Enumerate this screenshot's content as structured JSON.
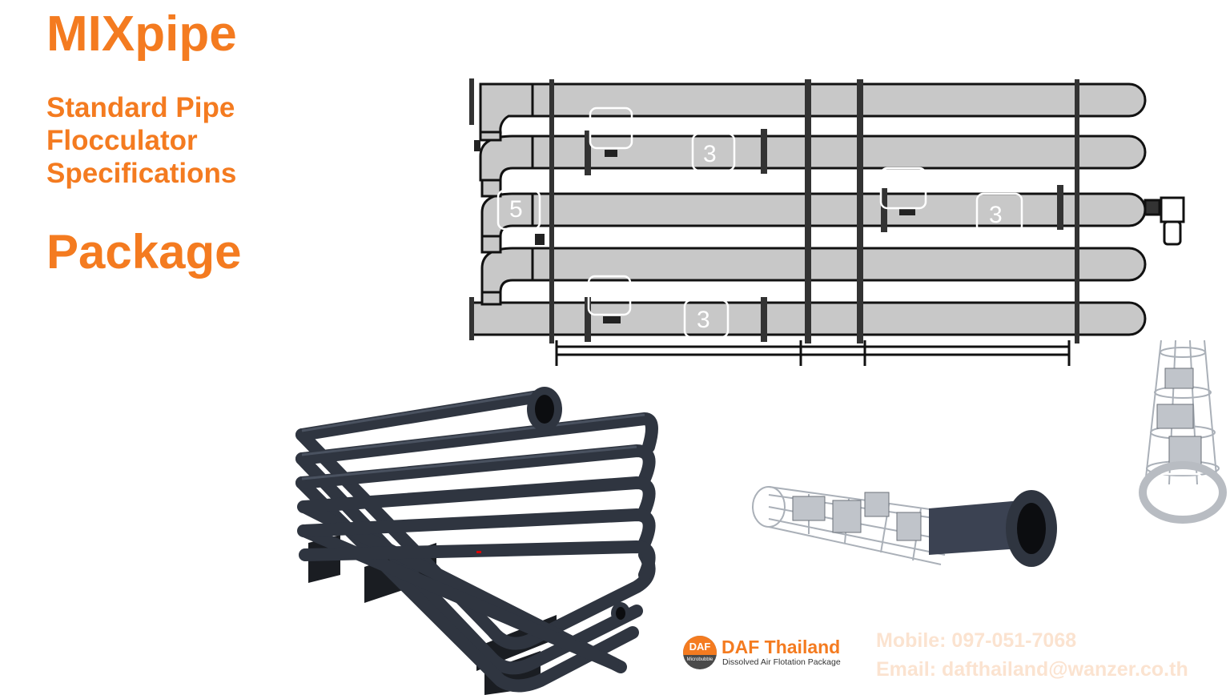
{
  "heading": {
    "title": "MIXpipe",
    "subtitle_lines": [
      "Standard Pipe",
      "Flocculator",
      "Specifications"
    ],
    "package": "Package"
  },
  "diagram": {
    "labels": [
      "5",
      "3",
      "3",
      "3",
      "3"
    ]
  },
  "brand": {
    "badge": "DAF",
    "badge_sub": "Microbubble",
    "name": "DAF Thailand",
    "tagline": "Dissolved Air Flotation Package"
  },
  "contact": {
    "mobile": "Mobile: 097-051-7068",
    "email": "Email: dafthailand@wanzer.co.th"
  },
  "colors": {
    "accent": "#f47b20",
    "pipe_fill": "#c8c8c8",
    "render_pipe": "#2f3540"
  }
}
